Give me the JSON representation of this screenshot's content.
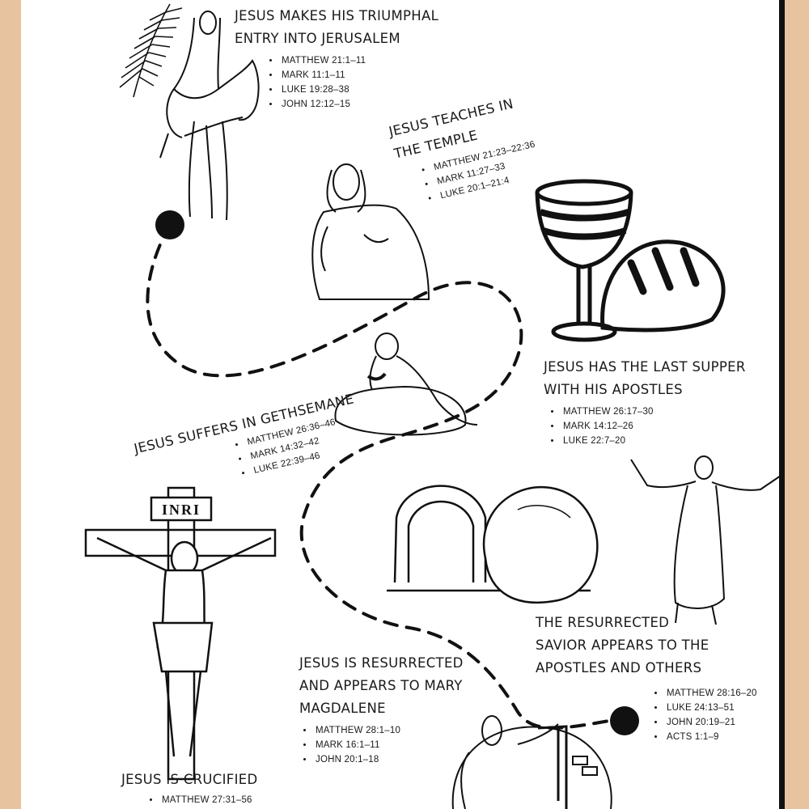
{
  "events": {
    "triumphal_entry": {
      "title": "JESUS MAKES HIS TRIUMPHAL\nENTRY INTO JERUSALEM",
      "refs": [
        "MATTHEW 21:1–11",
        "MARK 11:1–11",
        "LUKE 19:28–38",
        "JOHN 12:12–15"
      ]
    },
    "teaches_temple": {
      "title": "JESUS TEACHES IN\nTHE TEMPLE",
      "refs": [
        "MATTHEW 21:23–22:36",
        "MARK 11:27–33",
        "LUKE 20:1–21:4"
      ]
    },
    "last_supper": {
      "title": "JESUS HAS THE LAST SUPPER\nWITH HIS APOSTLES",
      "refs": [
        "MATTHEW 26:17–30",
        "MARK 14:12–26",
        "LUKE 22:7–20"
      ]
    },
    "gethsemane": {
      "title": "JESUS SUFFERS IN GETHSEMANE",
      "refs": [
        "MATTHEW 26:36–46",
        "MARK 14:32–42",
        "LUKE 22:39–46"
      ]
    },
    "savior_appears": {
      "title": "THE RESURRECTED\nSAVIOR APPEARS TO THE\nAPOSTLES AND OTHERS",
      "refs": [
        "MATTHEW 28:16–20",
        "LUKE 24:13–51",
        "JOHN 20:19–21",
        "ACTS 1:1–9"
      ]
    },
    "resurrected_mary": {
      "title": "JESUS IS RESURRECTED\nAND APPEARS TO MARY\nMAGDALENE",
      "refs": [
        "MATTHEW 28:1–10",
        "MARK 16:1–11",
        "JOHN 20:1–18"
      ]
    },
    "crucified": {
      "title": "JESUS IS CRUCIFIED",
      "refs": [
        "MATTHEW 27:31–56"
      ]
    }
  },
  "cross_sign": "INRI",
  "icons": {
    "palm": "palm-branch-icon",
    "chalice": "chalice-icon",
    "bread": "bread-loaf-icon",
    "tomb": "empty-tomb-icon"
  },
  "colors": {
    "frame": "#e8c3a0",
    "ink": "#111111",
    "paper": "#ffffff"
  }
}
